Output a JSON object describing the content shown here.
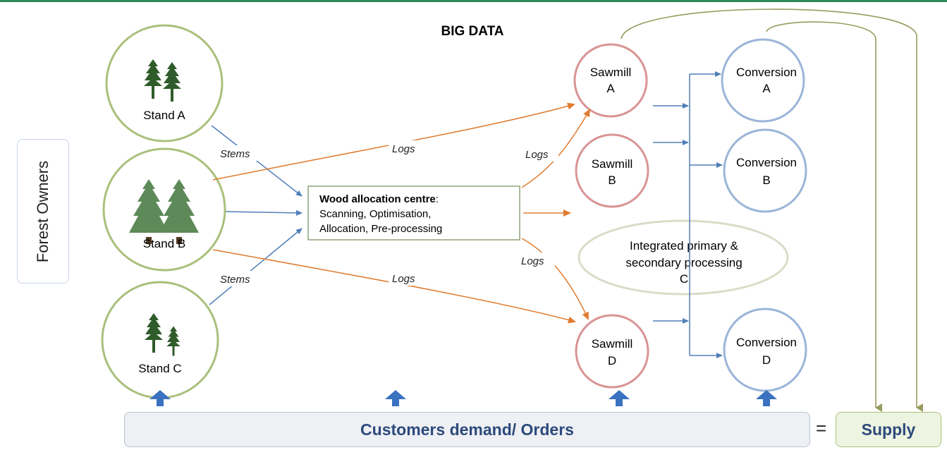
{
  "title": "BIG DATA",
  "owners_label": "Forest Owners",
  "stands": {
    "a": "Stand A",
    "b": "Stand B",
    "c": "Stand C"
  },
  "centre": {
    "title": "Wood allocation centre",
    "title_colon": ":",
    "line1": "Scanning, Optimisation,",
    "line2": "Allocation, Pre-processing"
  },
  "sawmills": {
    "a": [
      "Sawmill",
      "A"
    ],
    "b": [
      "Sawmill",
      "B"
    ],
    "d": [
      "Sawmill",
      "D"
    ]
  },
  "conversions": {
    "a": [
      "Conversion",
      "A"
    ],
    "b": [
      "Conversion",
      "B"
    ],
    "d": [
      "Conversion",
      "D"
    ]
  },
  "integrated": [
    "Integrated  primary &",
    "secondary processing",
    "C"
  ],
  "flow_labels": {
    "stems_top": "Stems",
    "stems_bottom": "Stems",
    "logs_top": "Logs",
    "logs_bottom": "Logs",
    "logs_right_top": "Logs",
    "logs_right_bottom": "Logs"
  },
  "demand": "Customers demand/ Orders",
  "equals": "=",
  "supply": "Supply",
  "colors": {
    "stand_border": "#a9c07a",
    "sawmill_border": "#d99494",
    "conversion_border": "#9bb5d8",
    "integrated_border": "#d9dcc7",
    "blue_arrow": "#4f7fb8",
    "orange_arrow": "#e07b2e",
    "olive_arrow": "#9a9a60",
    "demand_text": "#2d4a7c",
    "tree_green": "#2f5c2a",
    "pine_green": "#5d8a58"
  }
}
